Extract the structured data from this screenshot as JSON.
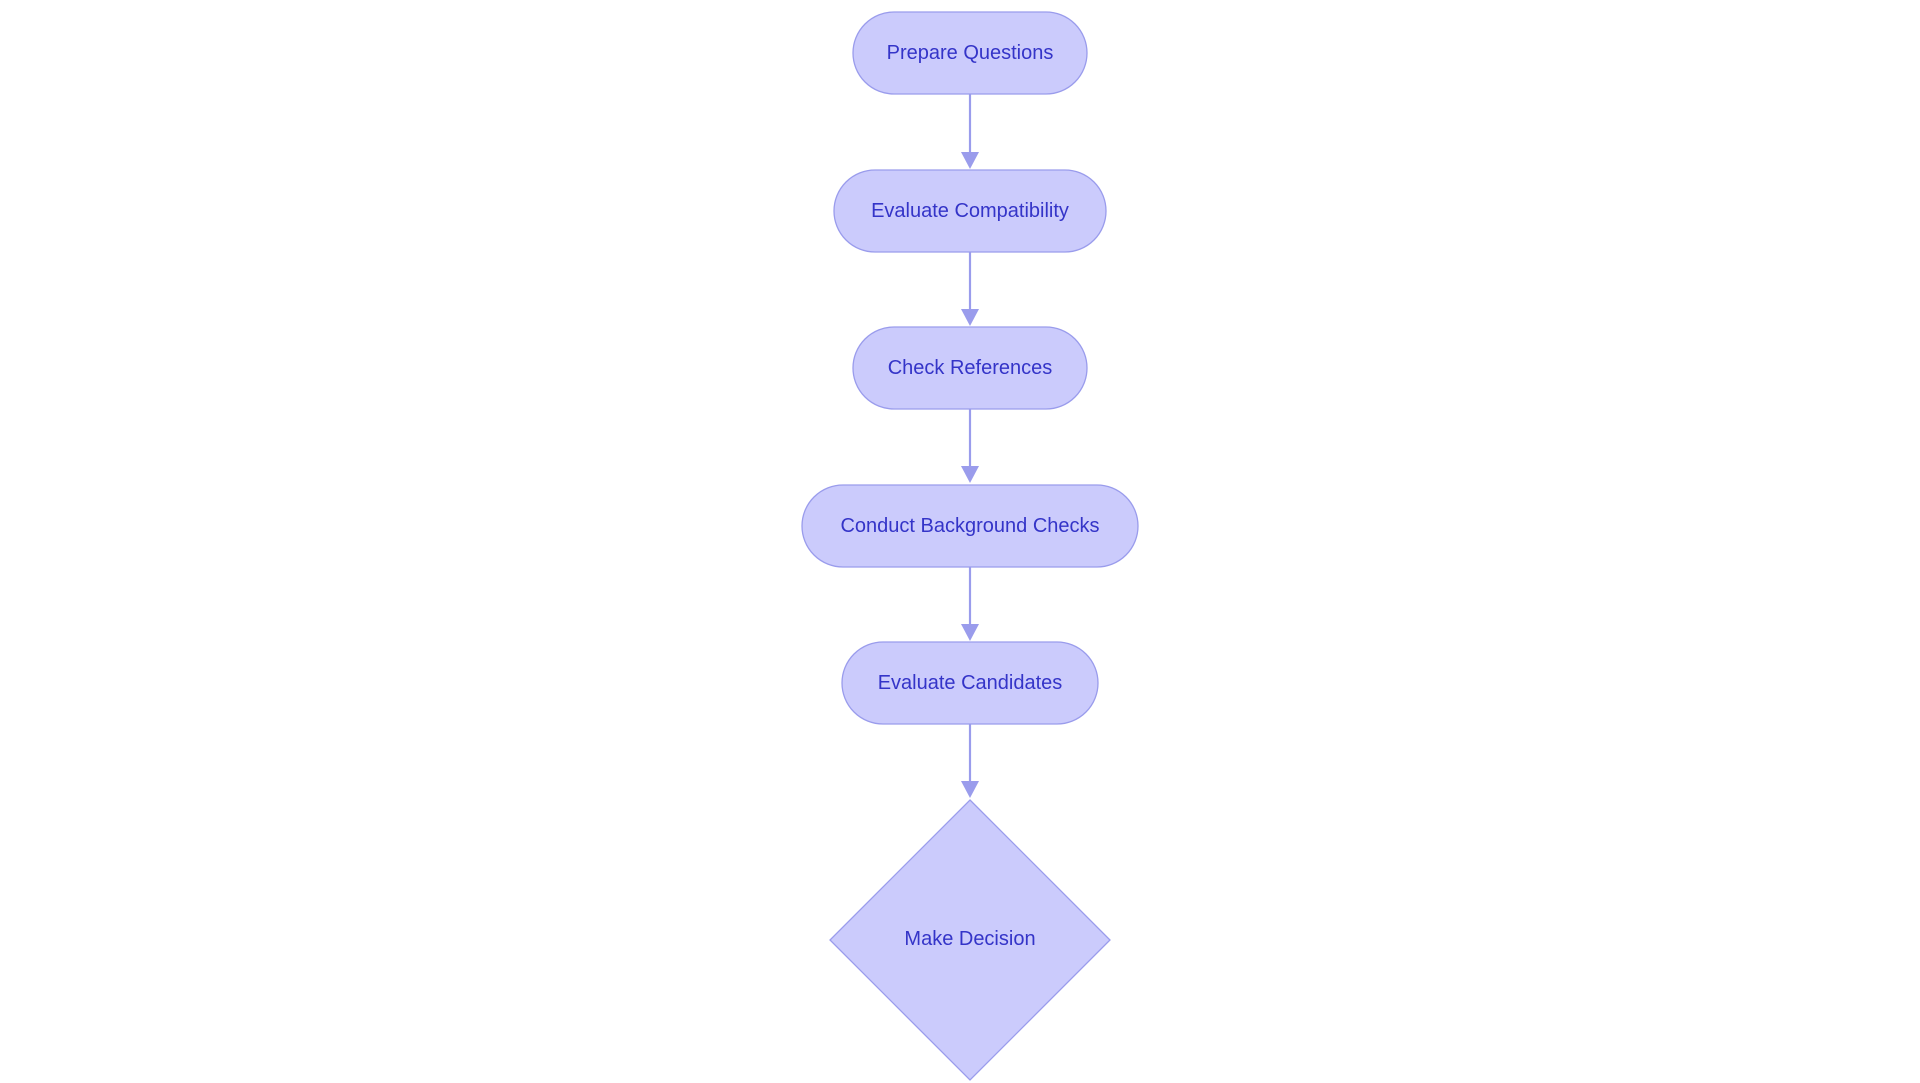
{
  "diagram": {
    "type": "flowchart",
    "direction": "top-to-bottom",
    "colors": {
      "node_fill": "#cbcbfc",
      "node_stroke": "#9a9cec",
      "edge": "#9a9cec",
      "label_text": "#3434c8",
      "background": "#ffffff"
    },
    "nodes": [
      {
        "id": "prepare",
        "label": "Prepare Questions",
        "shape": "stadium"
      },
      {
        "id": "compat",
        "label": "Evaluate Compatibility",
        "shape": "stadium"
      },
      {
        "id": "refs",
        "label": "Check References",
        "shape": "stadium"
      },
      {
        "id": "bg",
        "label": "Conduct Background Checks",
        "shape": "stadium"
      },
      {
        "id": "cands",
        "label": "Evaluate Candidates",
        "shape": "stadium"
      },
      {
        "id": "decision",
        "label": "Make Decision",
        "shape": "diamond"
      }
    ],
    "edges": [
      {
        "from": "prepare",
        "to": "compat"
      },
      {
        "from": "compat",
        "to": "refs"
      },
      {
        "from": "refs",
        "to": "bg"
      },
      {
        "from": "bg",
        "to": "cands"
      },
      {
        "from": "cands",
        "to": "decision"
      }
    ]
  }
}
